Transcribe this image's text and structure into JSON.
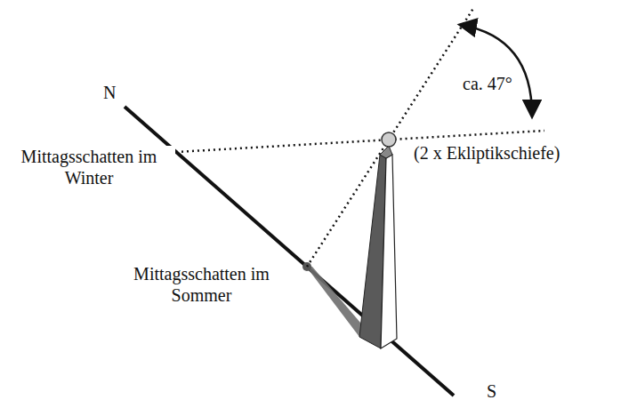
{
  "diagram": {
    "labels": [
      "N",
      "Mittagsschatten im Winter",
      "ca. 47°",
      "(2 x Ekliptikschiefe)",
      "Mittagsschatten im Sommer",
      "S"
    ]
  }
}
